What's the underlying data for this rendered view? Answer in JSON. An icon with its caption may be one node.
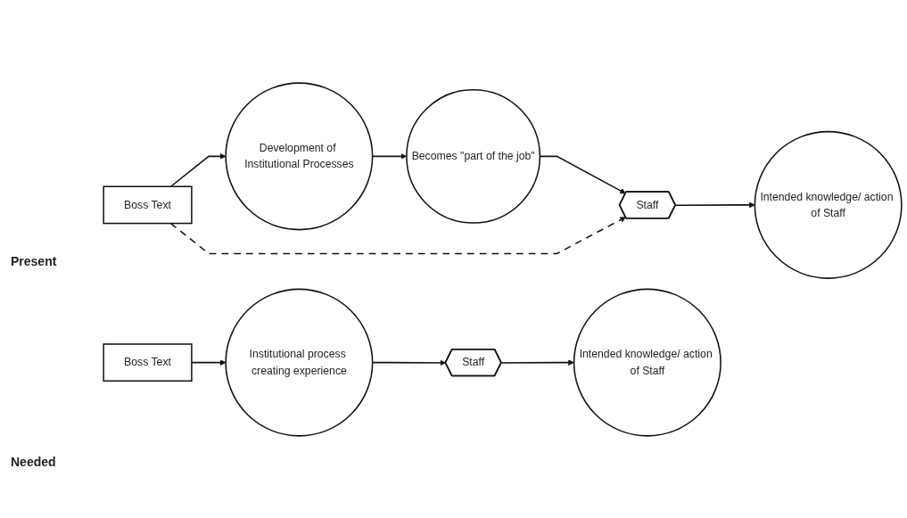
{
  "diagram": {
    "nodes": [
      {
        "text": [
          "Development of Institutional Processes"
        ]
      },
      {
        "text": [
          "Becomes \"part of the job\""
        ]
      },
      {
        "text": [
          "Boss Text"
        ]
      },
      {
        "text": [
          "Staff"
        ]
      },
      {
        "text": [
          "Intended knowledge/ action of Staff"
        ]
      },
      {
        "text": [
          "Boss Text"
        ]
      },
      {
        "text": [
          "Institutional process creating experience"
        ]
      },
      {
        "text": [
          "Staff"
        ]
      },
      {
        "text": [
          "Intended knowledge/ action of Staff"
        ]
      }
    ],
    "edges": [
      {
        "from": 2,
        "to": 0,
        "arrow": "to"
      },
      {
        "from": 0,
        "to": 1,
        "arrow": "to"
      },
      {
        "from": 1,
        "to": 3,
        "arrow": "to"
      },
      {
        "from": 2,
        "to": 3,
        "arrow": "to",
        "style": "dashed"
      },
      {
        "from": 3,
        "to": 4,
        "arrow": "to"
      },
      {
        "from": 5,
        "to": 6,
        "arrow": "to"
      },
      {
        "from": 6,
        "to": 7,
        "arrow": "to"
      },
      {
        "from": 7,
        "to": 8,
        "arrow": "to"
      }
    ],
    "labels": [
      "Present",
      "Needed"
    ]
  }
}
